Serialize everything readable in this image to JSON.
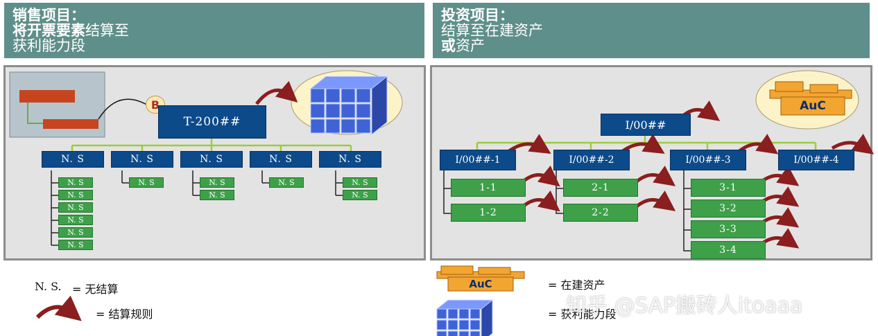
{
  "left_header": {
    "line1": "销售项目：",
    "line2_strong": "将开票要素",
    "line2_rest": "结算至",
    "line3": "获利能力段"
  },
  "right_header": {
    "line1": "投资项目：",
    "line2": "结算至在建资产",
    "line3_strong": "或",
    "line3_rest": "资产"
  },
  "left_diagram": {
    "badge": "B",
    "root": "T-200##",
    "ns_label": "N. S",
    "top_ns": [
      "N. S",
      "N. S",
      "N. S",
      "N. S",
      "N. S"
    ],
    "sub_ns_counts": [
      6,
      1,
      2,
      1,
      2
    ]
  },
  "right_diagram": {
    "auc_label": "AuC",
    "root": "I/00##",
    "children": [
      {
        "label": "I/00##-1",
        "leaves": [
          "1-1",
          "1-2"
        ]
      },
      {
        "label": "I/00##-2",
        "leaves": [
          "2-1",
          "2-2"
        ]
      },
      {
        "label": "I/00##-3",
        "leaves": [
          "3-1",
          "3-2",
          "3-3",
          "3-4"
        ]
      },
      {
        "label": "I/00##-4",
        "leaves": []
      }
    ]
  },
  "legend": {
    "ns_key": "N. S.",
    "ns_desc": "= 无结算",
    "arrow_desc": "= 结算规则",
    "auc_label": "AuC",
    "auc_desc": "= 在建资产",
    "cube_desc": "= 获利能力段"
  },
  "watermark": "知乎 @SAP搬砖人itoaaa",
  "colors": {
    "header": "#5f8f8a",
    "node_blue": "#0c4a8a",
    "node_green": "#3fa04a",
    "arrow": "#8b1e1e",
    "panel_bg": "#e3e3e3"
  }
}
